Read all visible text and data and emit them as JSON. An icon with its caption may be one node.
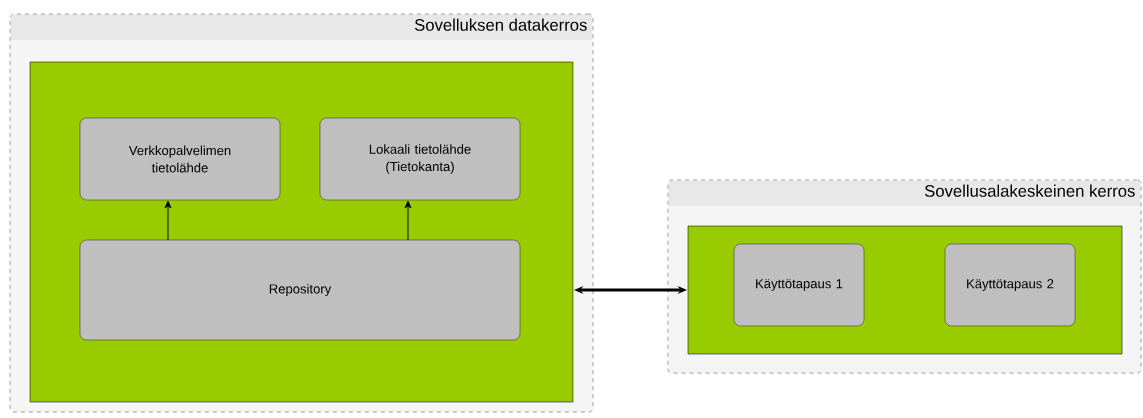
{
  "diagram": {
    "nodes": [
      {
        "text": [
          "Sovelluksen datakerros"
        ]
      },
      {
        "text": [],
        "shape": "box",
        "in": 0
      },
      {
        "text": [
          "Verkkopalvelimen tietolähde"
        ],
        "in": 1
      },
      {
        "text": [
          "Lokaali tietolähde (Tietokanta)"
        ],
        "in": 1
      },
      {
        "text": [
          "Repository"
        ],
        "in": 1
      },
      {
        "text": [
          "Sovellusalakeskeinen kerros"
        ]
      },
      {
        "text": [],
        "shape": "box",
        "in": 5
      },
      {
        "text": [
          "Käyttötapaus 1"
        ],
        "in": 6
      },
      {
        "text": [
          "Käyttötapaus 2"
        ],
        "in": 6
      }
    ],
    "edges": [
      {
        "from": 4,
        "to": 2,
        "arrow": "to"
      },
      {
        "from": 4,
        "to": 3,
        "arrow": "to"
      },
      {
        "from": 1,
        "to": 6,
        "arrow": "both",
        "style": "thick"
      }
    ]
  }
}
